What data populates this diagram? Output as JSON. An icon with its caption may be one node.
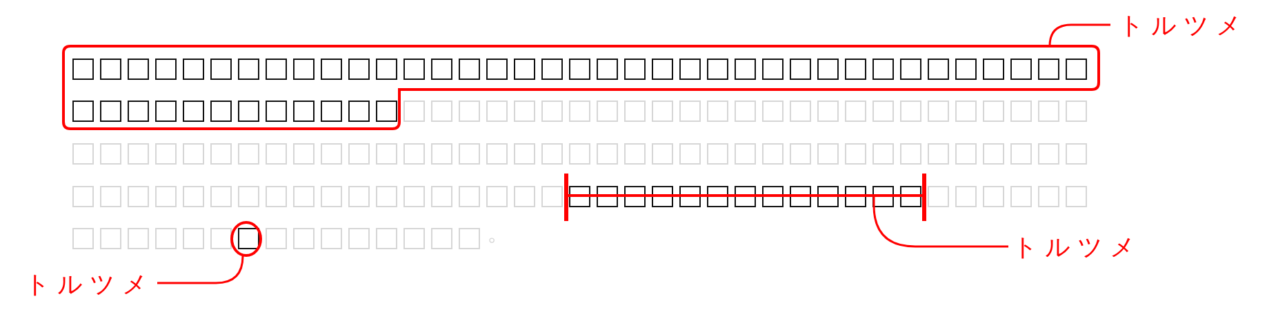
{
  "diagram": {
    "nodes": [
      {
        "text": [
          "トルツメ"
        ]
      },
      {
        "text": [],
        "shape": "box"
      },
      {
        "text": [
          "トルツメ"
        ]
      },
      {
        "text": [],
        "shape": "bar"
      },
      {
        "text": [
          "トルツメ"
        ]
      },
      {
        "text": [],
        "shape": "circle"
      }
    ],
    "edges": [
      {
        "from": 0,
        "to": 1,
        "arrow": "none"
      },
      {
        "from": 2,
        "to": 3,
        "arrow": "none"
      },
      {
        "from": 4,
        "to": 5,
        "arrow": "none"
      }
    ],
    "labels": [
      "。"
    ]
  }
}
